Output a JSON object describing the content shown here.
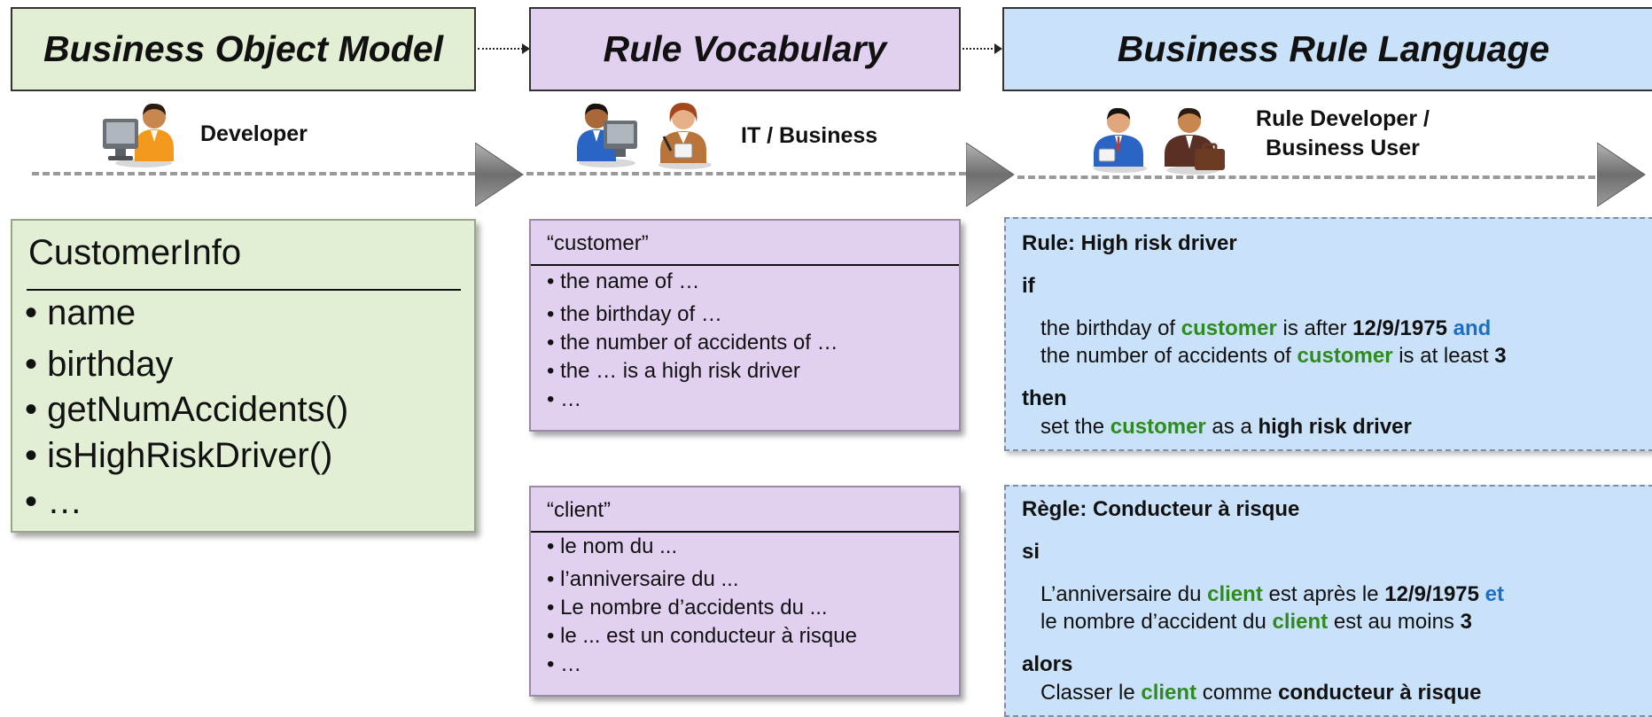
{
  "headers": {
    "bom": "Business Object Model",
    "vocabulary": "Rule Vocabulary",
    "language": "Business Rule Language"
  },
  "roles": {
    "bom": "Developer",
    "vocabulary": "IT / Business",
    "language_line1": "Rule Developer /",
    "language_line2": "Business User"
  },
  "class_box": {
    "name": "CustomerInfo",
    "members": [
      "• name",
      "• birthday",
      "• getNumAccidents()",
      "• isHighRiskDriver()",
      "• …"
    ]
  },
  "vocabularies": [
    {
      "header": "“customer”",
      "items": [
        "• the name of …",
        "• the birthday of …",
        "• the number of accidents of  …",
        "• the … is a high risk driver",
        "• …"
      ]
    },
    {
      "header": "“client”",
      "items": [
        "• le nom du ...",
        "• l’anniversaire du ...",
        "• Le nombre d’accidents du ...",
        "• le ... est un conducteur à risque",
        "• …"
      ]
    }
  ],
  "rules": [
    {
      "title": "Rule: High risk driver",
      "if_kw": "if",
      "line1": [
        "the birthday of ",
        "customer",
        " is after ",
        "12/9/1975",
        " and"
      ],
      "line2": [
        "the number of accidents of ",
        "customer",
        " is at least ",
        "3"
      ],
      "then_kw": "then",
      "line3": [
        "set the ",
        "customer",
        " as a ",
        "high risk driver"
      ]
    },
    {
      "title": "Règle: Conducteur à risque",
      "if_kw": "si",
      "line1": [
        "L’anniversaire du ",
        "client",
        " est après le ",
        "12/9/1975",
        "  et"
      ],
      "line2": [
        "le nombre d’accident du ",
        "client",
        " est au moins ",
        "3"
      ],
      "then_kw": "alors",
      "line3": [
        "Classer le ",
        "client",
        " comme ",
        "conducteur à risque"
      ]
    }
  ],
  "colors": {
    "bom_fill": "#e3efd4",
    "vocab_fill": "#e2d0f0",
    "rule_fill": "#c9e1f9",
    "keyword": "#1a6fc7",
    "object": "#2e8b1e"
  }
}
